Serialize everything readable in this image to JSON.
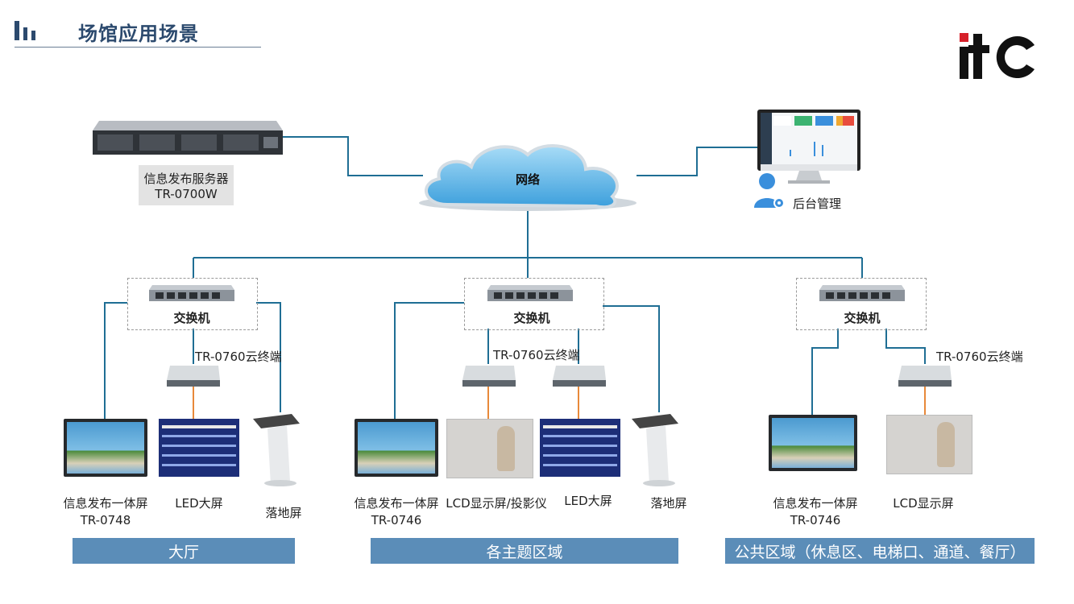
{
  "header": {
    "title": "场馆应用场景"
  },
  "logo": {
    "text": "itC"
  },
  "colors": {
    "line": "#1f6e94",
    "orange_link": "#e8893a",
    "zone_fill": "#5b8db8",
    "cloud": "#5cb6e8"
  },
  "nodes": {
    "cloud": "网络",
    "server_name": "信息发布服务器",
    "server_model": "TR-0700W",
    "admin": "后台管理",
    "switch": "交换机",
    "terminal": "TR-0760云终端"
  },
  "hall": {
    "zone": "大厅",
    "display_name": "信息发布一体屏",
    "display_model": "TR-0748",
    "led": "LED大屏",
    "floor": "落地屏"
  },
  "theme": {
    "zone": "各主题区域",
    "display_name": "信息发布一体屏",
    "display_model": "TR-0746",
    "lcd_proj": "LCD显示屏/投影仪",
    "led": "LED大屏",
    "floor": "落地屏"
  },
  "public": {
    "zone": "公共区域（休息区、电梯口、通道、餐厅）",
    "display_name": "信息发布一体屏",
    "display_model": "TR-0746",
    "lcd": "LCD显示屏"
  }
}
